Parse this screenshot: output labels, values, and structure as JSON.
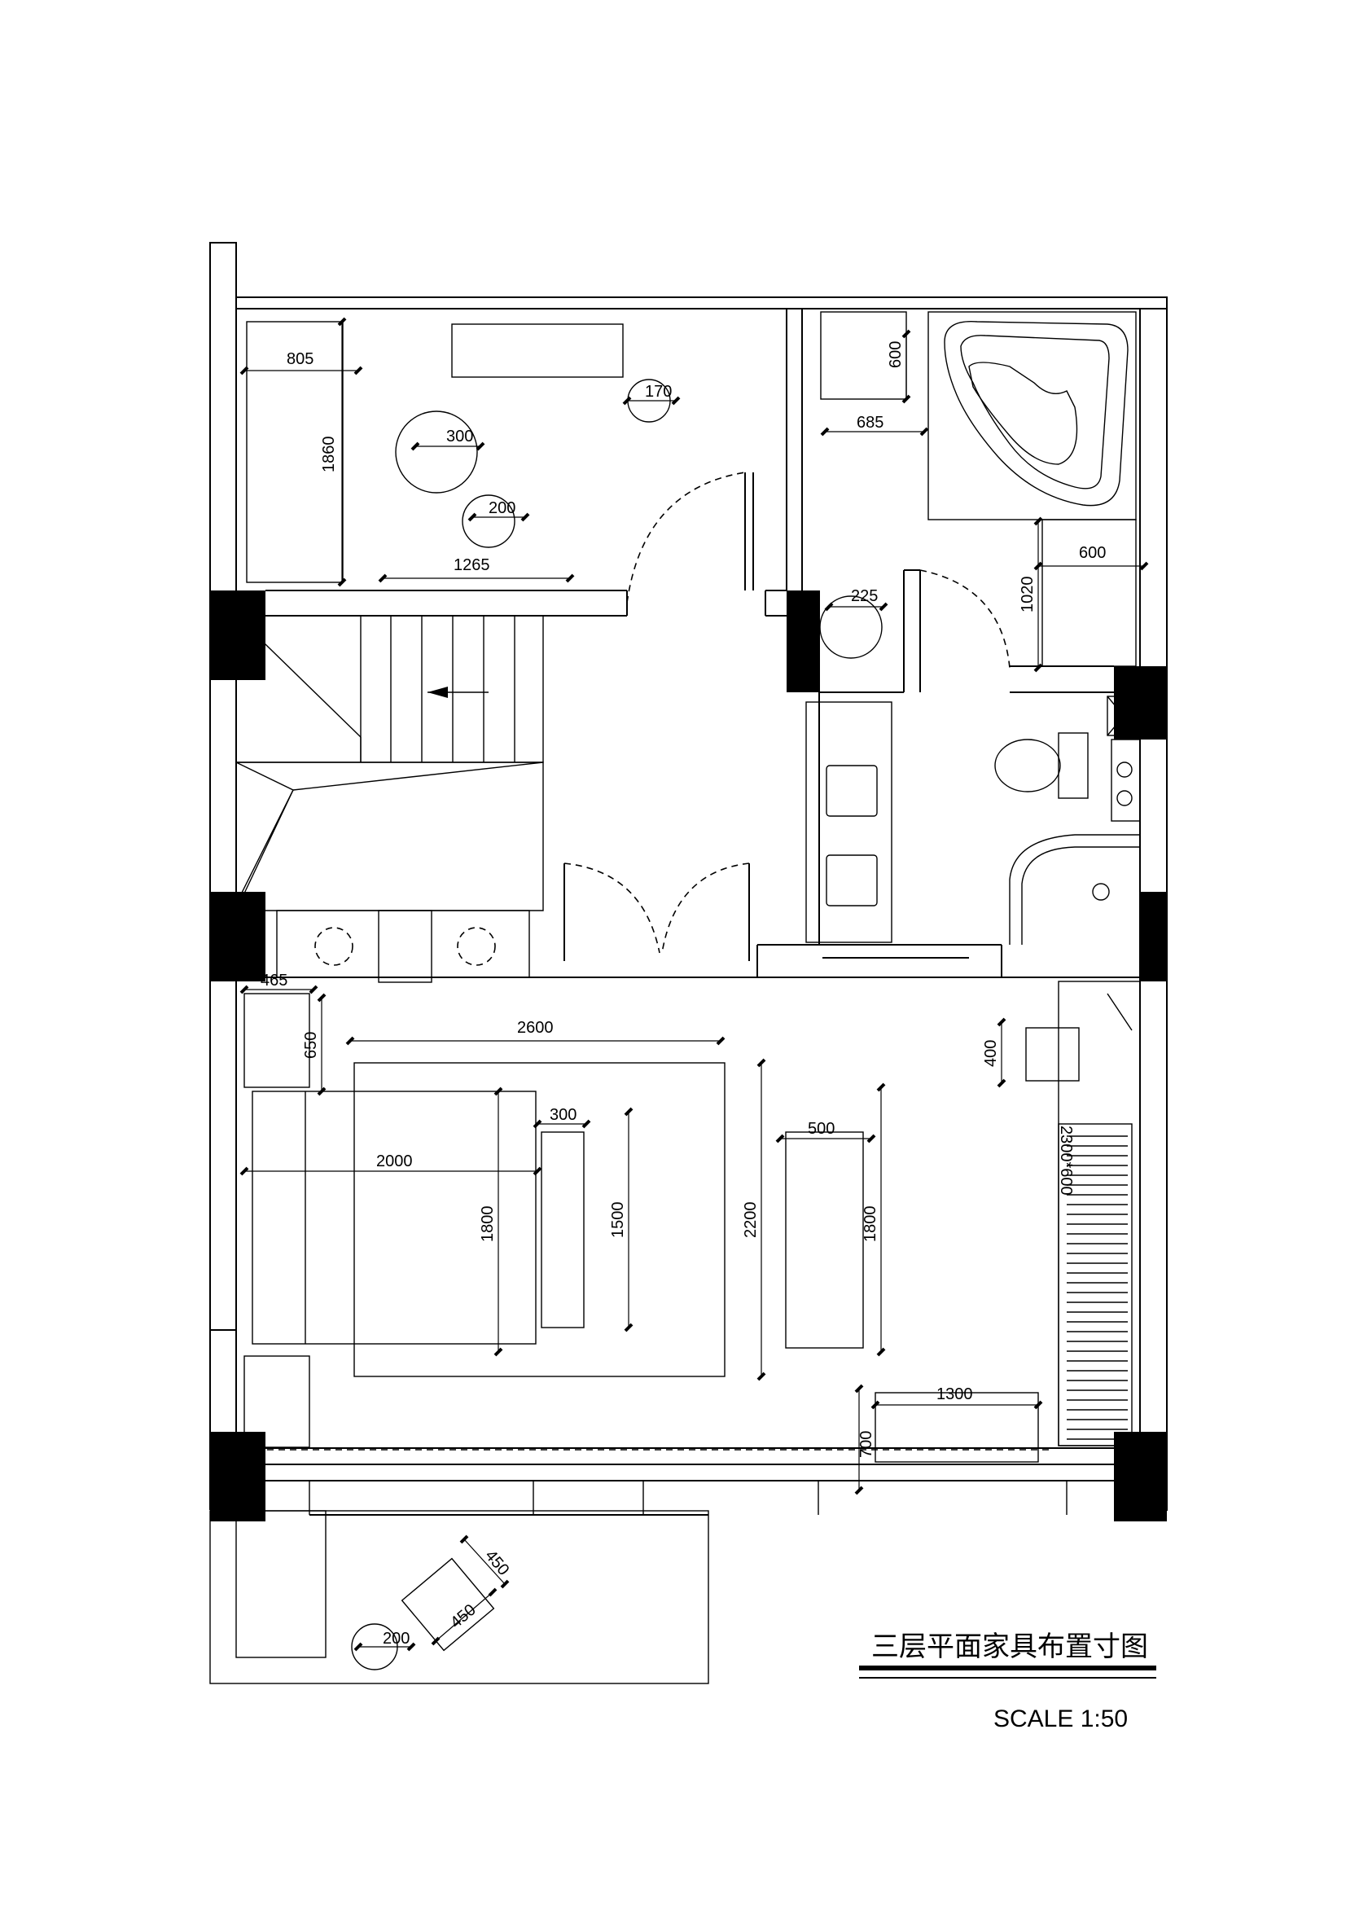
{
  "title": "三层平面家具布置寸图",
  "scale": "SCALE 1:50",
  "dims": {
    "d805": "805",
    "d1860": "1860",
    "d1265": "1265",
    "d300a": "300",
    "d200a": "200",
    "d170": "170",
    "d600a": "600",
    "d685": "685",
    "d600b": "600",
    "d1020": "1020",
    "d225": "225",
    "d465": "465",
    "d650": "650",
    "d2600": "2600",
    "d2000": "2000",
    "d300b": "300",
    "d1800a": "1800",
    "d1500": "1500",
    "d2200": "2200",
    "d500": "500",
    "d1800b": "1800",
    "d400": "400",
    "wardrobe": "2300*600",
    "d1300": "1300",
    "d700": "700",
    "d450a": "450",
    "d450b": "450",
    "d200b": "200"
  }
}
